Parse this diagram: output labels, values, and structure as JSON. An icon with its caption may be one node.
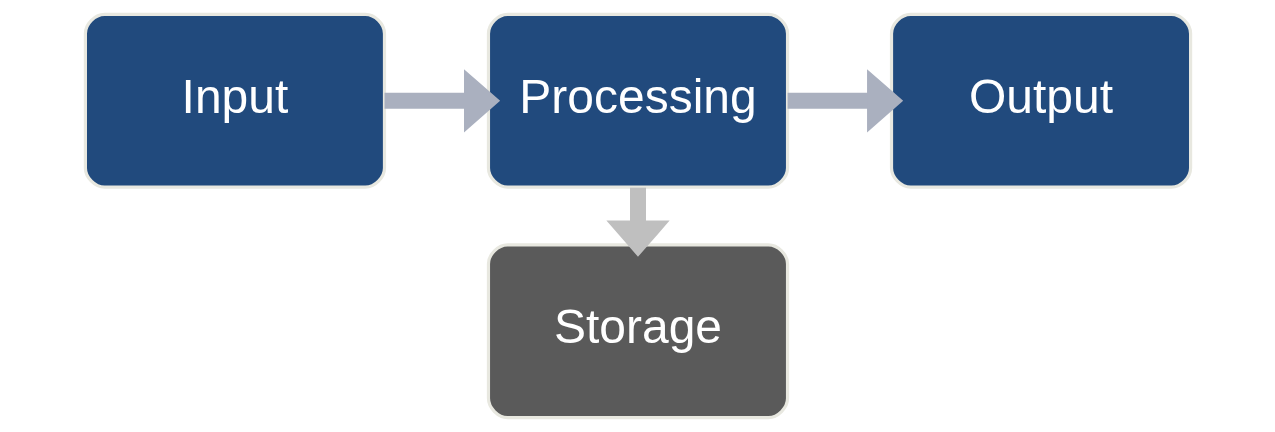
{
  "diagram": {
    "nodes": [
      {
        "text": [
          "Input"
        ]
      },
      {
        "text": [
          "Processing"
        ]
      },
      {
        "text": [
          "Output"
        ]
      },
      {
        "text": [
          "Storage"
        ]
      }
    ],
    "edges": [
      {
        "from": 0,
        "to": 1,
        "arrow": "to"
      },
      {
        "from": 1,
        "to": 2,
        "arrow": "to"
      },
      {
        "from": 1,
        "to": 3,
        "arrow": "to",
        "color": "#bfbfbf"
      }
    ]
  }
}
